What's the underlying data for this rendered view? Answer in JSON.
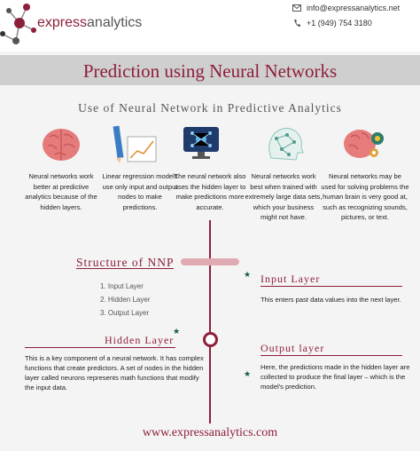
{
  "header": {
    "logo_word_1": "express",
    "logo_word_2": "analytics",
    "email": "info@expressanalytics.net",
    "phone": "+1 (949) 754 3180"
  },
  "title": "Prediction using Neural Networks",
  "subtitle": "Use of Neural Network in Predictive Analytics",
  "columns": [
    {
      "icon": "brain-icon",
      "text": "Neural networks work better at predictive analytics because of the hidden layers."
    },
    {
      "icon": "chart-pencil-icon",
      "text": "Linear regression models use only input and output nodes to make predictions."
    },
    {
      "icon": "network-monitor-icon",
      "text": "The neural network also uses the hidden layer to make predictions more accurate."
    },
    {
      "icon": "network-head-icon",
      "text": "Neural networks work best when trained with extremely large data sets, which your business might not have."
    },
    {
      "icon": "brain-gears-icon",
      "text": "Neural networks may be used for solving problems the human brain is very good at, such as recognizing sounds, pictures, or text."
    }
  ],
  "structure": {
    "title": "Structure of NNP",
    "items": [
      "1. Input Layer",
      "2. Hidden Layer",
      "3. Output Layer"
    ]
  },
  "input_layer": {
    "title": "Input Layer",
    "text": "This enters past data values into the next layer."
  },
  "hidden_layer": {
    "title": "Hidden Layer",
    "text": "This is a key component of a neural network. It has complex functions that create predictors. A set of nodes in the hidden layer called neurons represents math functions that modify the input data."
  },
  "output_layer": {
    "title": "Output layer",
    "text": "Here, the predictions made in the hidden layer are collected to produce the final layer – which is the model's prediction."
  },
  "footer": "www.expressanalytics.com",
  "colors": {
    "accent": "#8d1f3a",
    "star": "#0f5a4f",
    "band": "#cfcfcf"
  }
}
